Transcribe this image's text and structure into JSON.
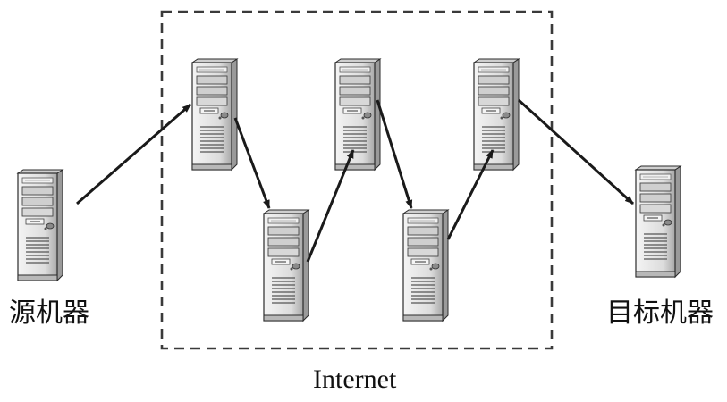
{
  "labels": {
    "source": "源机器",
    "target": "目标机器",
    "network": "Internet"
  },
  "colors": {
    "line": "#1a1a1a",
    "dash": "#3a3a3a",
    "server_body": "#e8e8e8",
    "server_shade": "#bdbdbd",
    "server_dark": "#6a6a6a",
    "server_outline": "#2b2b2b"
  },
  "nodes": [
    {
      "id": "source",
      "icon": "server-icon",
      "role": "source-machine"
    },
    {
      "id": "router-1",
      "icon": "server-icon",
      "role": "internet-node"
    },
    {
      "id": "router-2",
      "icon": "server-icon",
      "role": "internet-node"
    },
    {
      "id": "router-3",
      "icon": "server-icon",
      "role": "internet-node"
    },
    {
      "id": "router-4",
      "icon": "server-icon",
      "role": "internet-node"
    },
    {
      "id": "router-5",
      "icon": "server-icon",
      "role": "internet-node"
    },
    {
      "id": "target",
      "icon": "server-icon",
      "role": "target-machine"
    }
  ],
  "edges": [
    {
      "from": "source",
      "to": "router-1"
    },
    {
      "from": "router-1",
      "to": "router-2"
    },
    {
      "from": "router-2",
      "to": "router-3"
    },
    {
      "from": "router-3",
      "to": "router-4"
    },
    {
      "from": "router-4",
      "to": "router-5"
    },
    {
      "from": "router-5",
      "to": "target"
    }
  ]
}
